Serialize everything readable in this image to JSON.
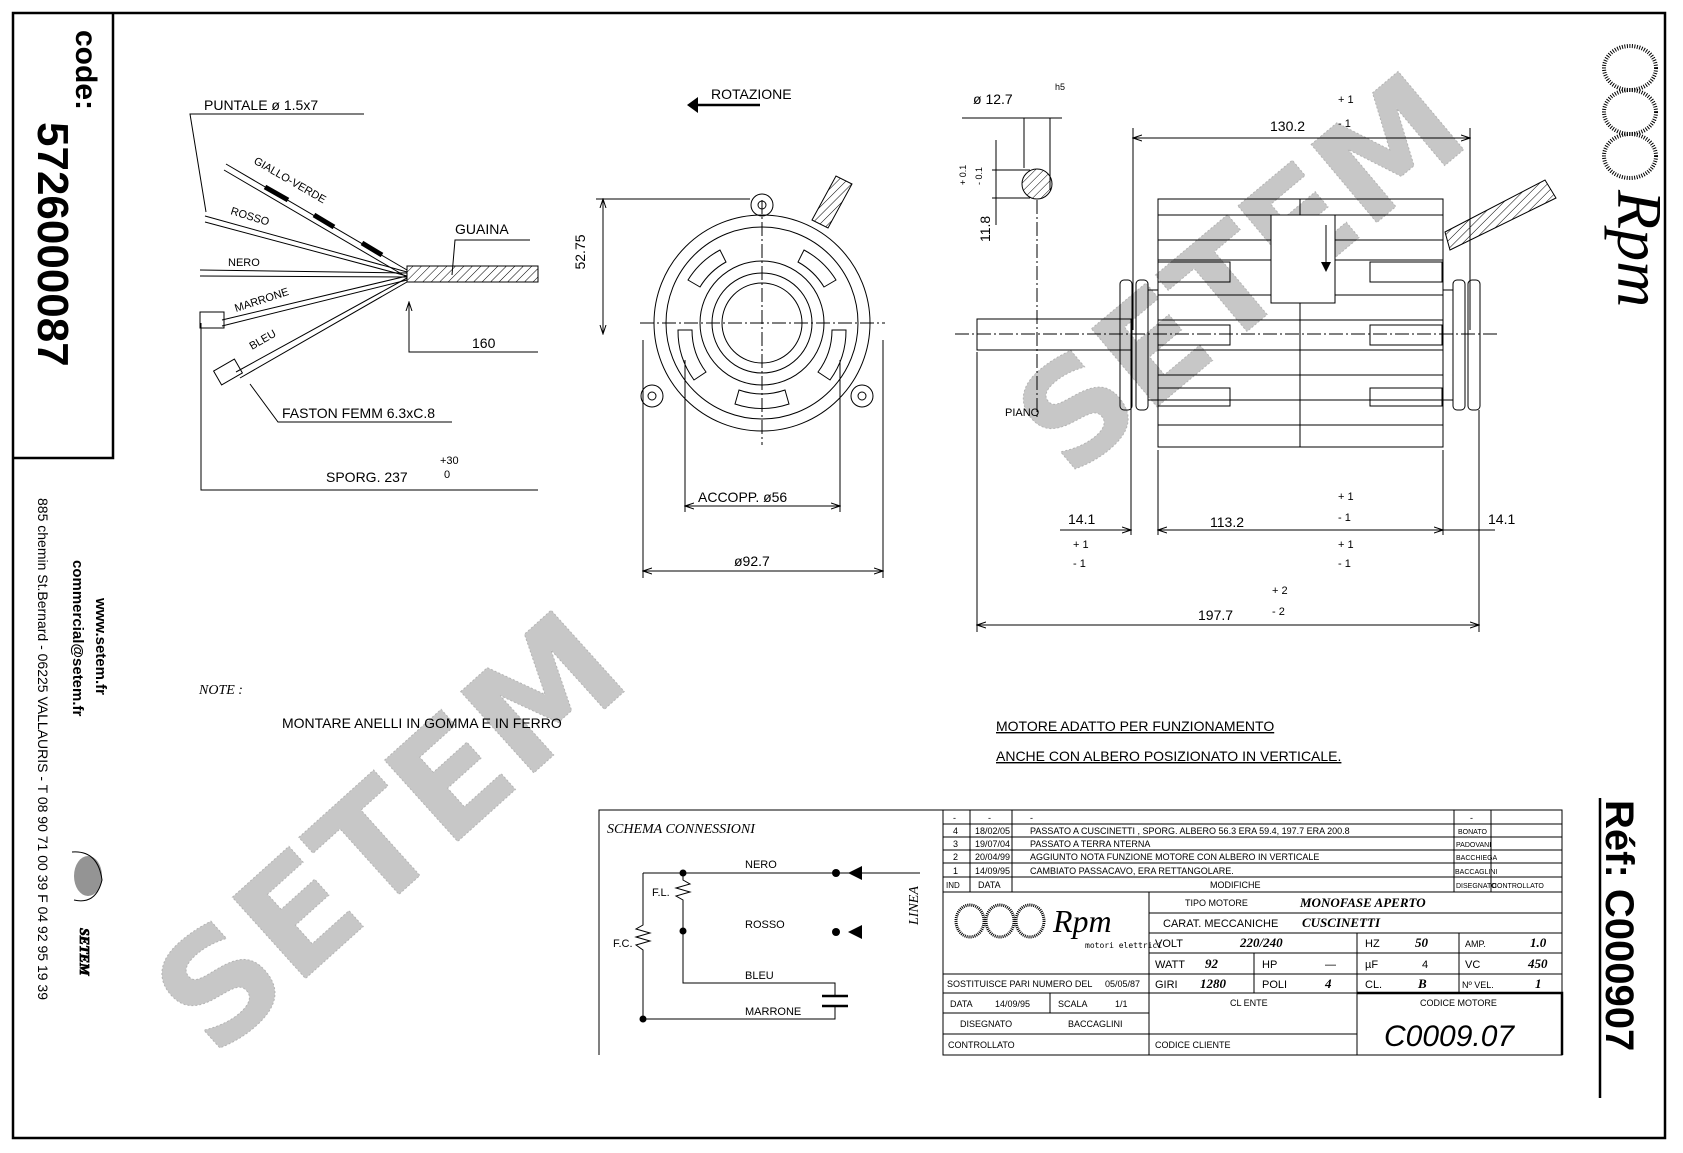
{
  "sidebar": {
    "code_label": "code:",
    "code": "5726000087",
    "website": "www.setem.fr",
    "email": "commercial@setem.fr",
    "address": "885 chemin St.Bernard  -  06225 VALLAURIS  -  T 08 90 71 00 39   F 04 92 95 19 39",
    "logo_text": "SETEM"
  },
  "right_panel": {
    "brand": "Rpm",
    "ref": "Réf: C000907"
  },
  "watermark": "SETEM",
  "wiring": {
    "tip_label": "PUNTALE  ø 1.5x7",
    "sheath_label": "GUAINA",
    "wire_yellow_green": "GIALLO-VERDE",
    "wire_red": "ROSSO",
    "wire_black": "NERO",
    "wire_brown": "MARRONE",
    "wire_blue": "BLEU",
    "sheath_length": "160",
    "faston_label": "FASTON FEMM 6.3xC.8",
    "protrusion_label": "SPORG. 237",
    "protrusion_tol_plus": "+30",
    "protrusion_tol_minus": "0"
  },
  "front_view": {
    "rotation_label": "ROTAZIONE",
    "dim_height": "52.75",
    "dim_coupling": "ACCOPP.  ø56",
    "dim_diameter": "ø92.7"
  },
  "side_view": {
    "shaft_diameter": "ø 12.7",
    "shaft_fit": "h5",
    "flat_dim": "11.8",
    "flat_tol_plus": "+ 0.1",
    "flat_tol_minus": "- 0.1",
    "body_length": "130.2",
    "body_tol_plus": "+ 1",
    "body_tol_minus": "- 1",
    "flat_label": "PIANO",
    "left_ext": "14.1",
    "left_tol_plus": "+ 1",
    "left_tol_minus": "- 1",
    "stator_length": "113.2",
    "stator_tol_plus": "+ 1",
    "stator_tol_minus": "- 1",
    "stator_tol2_plus": "+ 1",
    "stator_tol2_minus": "- 1",
    "right_ext": "14.1",
    "overall_length": "197.7",
    "overall_tol_plus": "+ 2",
    "overall_tol_minus": "- 2"
  },
  "notes": {
    "title": "NOTE :",
    "note1": "MONTARE ANELLI IN GOMMA E IN FERRO",
    "note2_line1": "MOTORE ADATTO PER FUNZIONAMENTO",
    "note2_line2": "ANCHE CON ALBERO POSIZIONATO IN VERTICALE."
  },
  "schema": {
    "title": "SCHEMA CONNESSIONI",
    "black": "NERO",
    "red": "ROSSO",
    "blue": "BLEU",
    "brown": "MARRONE",
    "fl": "F.L.",
    "fc": "F.C.",
    "line": "LINEA"
  },
  "revisions": {
    "header": {
      "ind": "IND",
      "date": "DATA",
      "changes": "MODIFICHE",
      "drawn": "DISEGNATO",
      "checked": "CONTROLLATO"
    },
    "blank": {
      "ind": "-",
      "date": "-",
      "changes": "-",
      "drawn": "-"
    },
    "rows": [
      {
        "ind": "4",
        "date": "18/02/05",
        "changes": "PASSATO A CUSCINETTI  , SPORG. ALBERO 56.3 ERA 59.4, 197.7 ERA 200.8",
        "drawn": "BONATO"
      },
      {
        "ind": "3",
        "date": "19/07/04",
        "changes": "PASSATO A TERRA  NTERNA",
        "drawn": "PADOVANI"
      },
      {
        "ind": "2",
        "date": "20/04/99",
        "changes": "AGGIUNTO NOTA FUNZIONE MOTORE CON ALBERO IN VERTICALE",
        "drawn": "BACCHIEGA"
      },
      {
        "ind": "1",
        "date": "14/09/95",
        "changes": "CAMBIATO PASSACAVO, ERA RETTANGOLARE.",
        "drawn": "BACCAGLINI"
      }
    ]
  },
  "title_block": {
    "logo_brand": "Rpm",
    "logo_sub": "motori elettrici",
    "motor_type_label": "TIPO MOTORE",
    "motor_type": "MONOFASE APERTO",
    "mech_label": "CARAT. MECCANICHE",
    "mech": "CUSCINETTI",
    "volt_label": "VOLT",
    "volt": "220/240",
    "hz_label": "HZ",
    "hz": "50",
    "amp_label": "AMP.",
    "amp": "1.0",
    "watt_label": "WATT",
    "watt": "92",
    "hp_label": "HP",
    "hp": "—",
    "uf_label": "µF",
    "uf": "4",
    "vc_label": "VC",
    "vc": "450",
    "rpm_label": "GIRI",
    "rpm": "1280",
    "poles_label": "POLI",
    "poles": "4",
    "class_label": "CL.",
    "class": "B",
    "speeds_label": "Nº VEL.",
    "speeds": "1",
    "replaces_label": "SOSTITUISCE PARI NUMERO DEL",
    "replaces_date": "05/05/87",
    "date_label": "DATA",
    "date": "14/09/95",
    "scale_label": "SCALA",
    "scale": "1/1",
    "drawn_label": "DISEGNATO",
    "drawn": "BACCAGLINI",
    "checked_label": "CONTROLLATO",
    "client_label": "CL ENTE",
    "client_code_label": "CODICE CLIENTE",
    "motor_code_label": "CODICE MOTORE",
    "motor_code": "C0009.07"
  }
}
